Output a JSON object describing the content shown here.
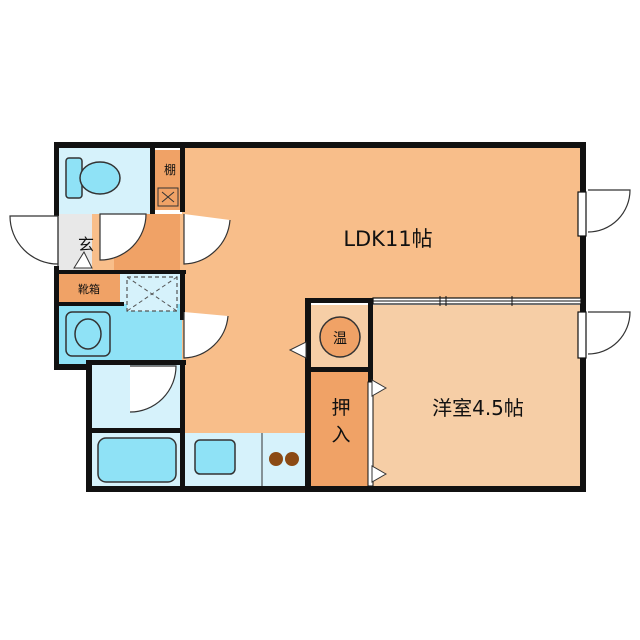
{
  "rooms": {
    "ldk": "LDK11帖",
    "western": "洋室4.5帖",
    "oshiire_top": "押",
    "oshiire_bottom": "入",
    "entrance": "玄",
    "shelf": "棚",
    "shoe_box": "靴箱",
    "water_heater": "温"
  },
  "colors": {
    "ldk": "#f8be8a",
    "western": "#f6cea6",
    "closet": "#f0a266",
    "wet_area": "#8fe2f6",
    "light_area": "#d6f2fb",
    "wall": "#111111",
    "stove": "#8b4a14",
    "background": "#ffffff"
  }
}
